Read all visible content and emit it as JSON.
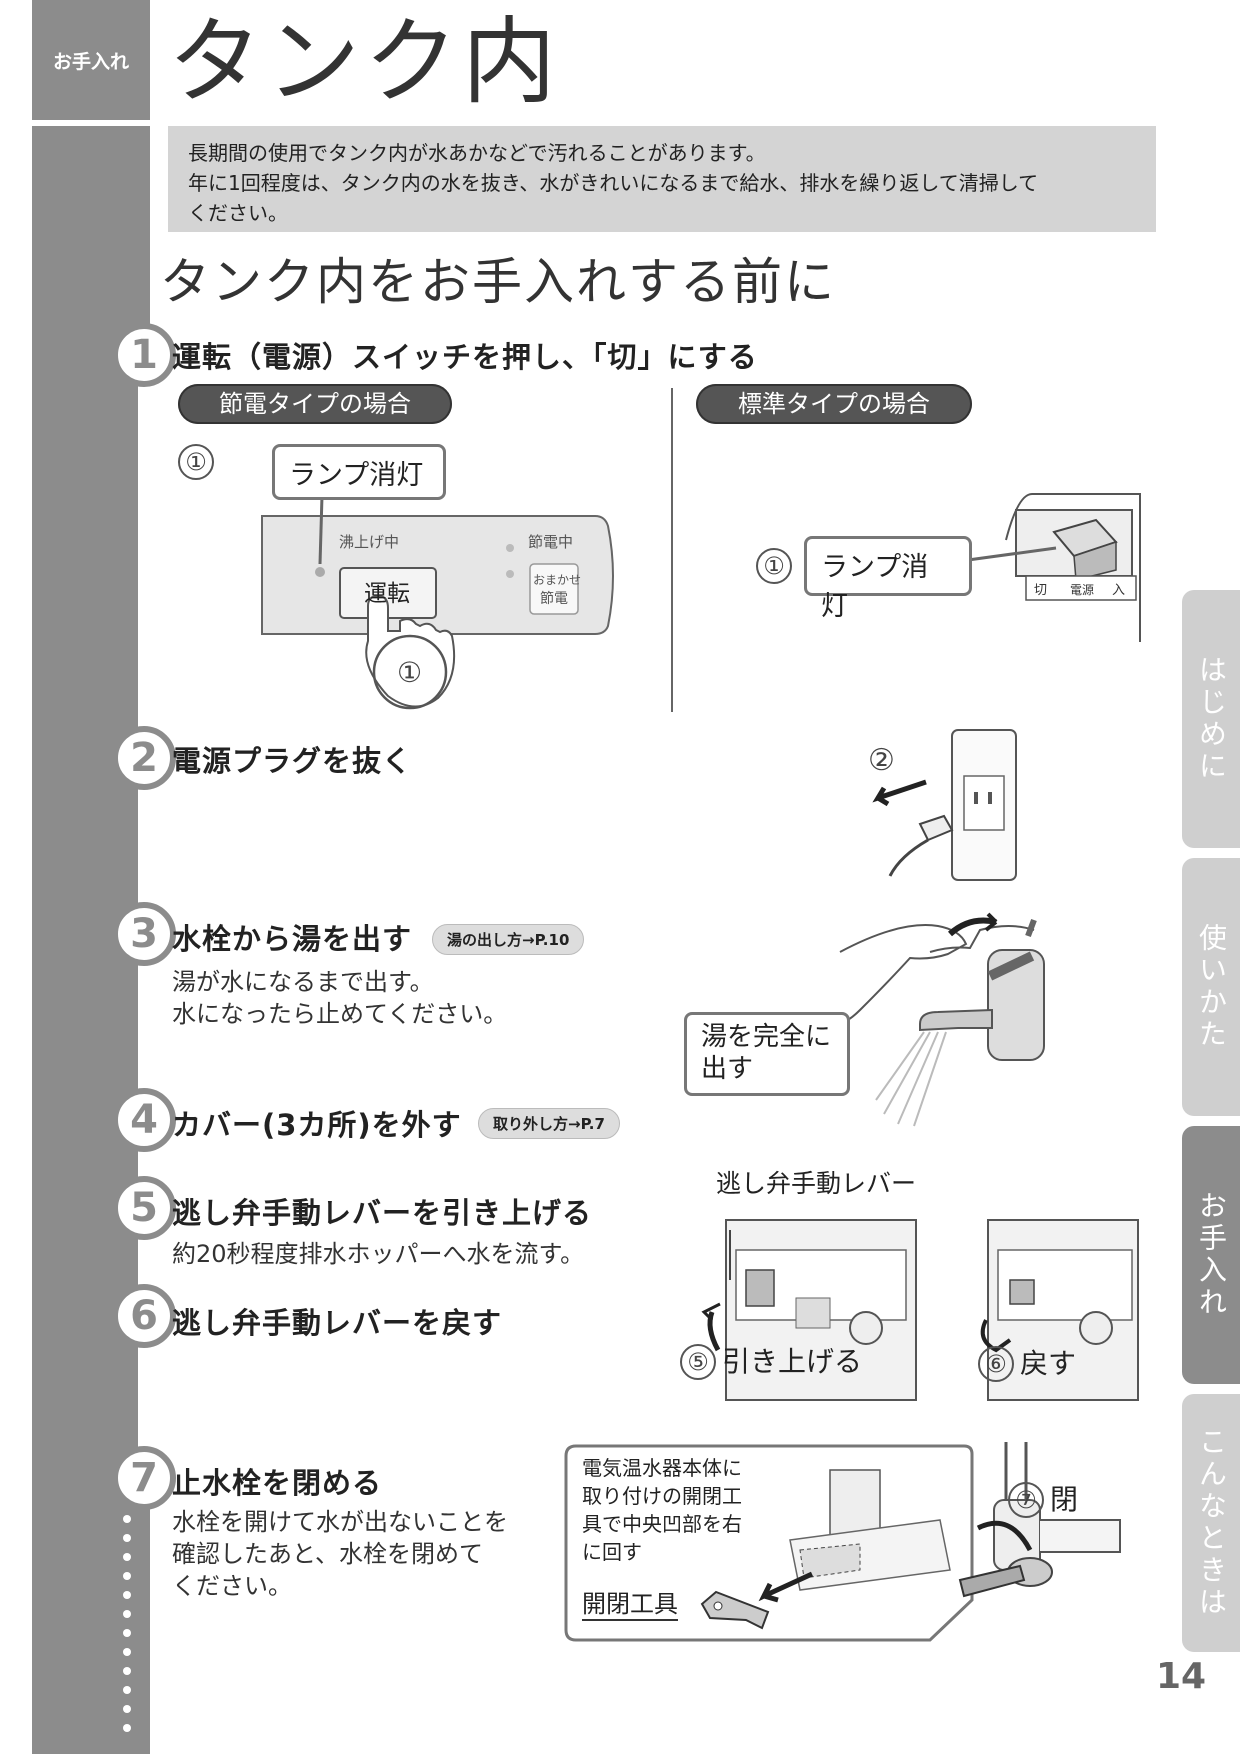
{
  "header": {
    "section_tab": "お手入れ",
    "title": "タンク内"
  },
  "intro": {
    "line1": "長期間の使用でタンク内が水あかなどで汚れることがあります。",
    "line2": "年に1回程度は、タンク内の水を抜き、水がきれいになるまで給水、排水を繰り返して清掃して",
    "line3": "ください。"
  },
  "section_title": "タンク内をお手入れする前に",
  "steps": [
    {
      "num": "1",
      "title": "運転（電源）スイッチを押し、「切」にする"
    },
    {
      "num": "2",
      "title": "電源プラグを抜く"
    },
    {
      "num": "3",
      "title": "水栓から湯を出す",
      "ref": "湯の出し方→P.10",
      "desc1": "湯が水になるまで出す。",
      "desc2": "水になったら止めてください。"
    },
    {
      "num": "4",
      "title": "カバー(3カ所)を外す",
      "ref": "取り外し方→P.7"
    },
    {
      "num": "5",
      "title": "逃し弁手動レバーを引き上げる",
      "desc1": "約20秒程度排水ホッパーへ水を流す。"
    },
    {
      "num": "6",
      "title": "逃し弁手動レバーを戻す"
    },
    {
      "num": "7",
      "title": "止水栓を閉める",
      "desc1": "水栓を開けて水が出ないことを",
      "desc2": "確認したあと、水栓を閉めて",
      "desc3": "ください。"
    }
  ],
  "step1": {
    "type_a": "節電タイプの場合",
    "type_b": "標準タイプの場合",
    "circle1": "①",
    "lamp_off": "ランプ消灯",
    "panel_boiling": "沸上げ中",
    "panel_saving": "節電中",
    "run_button": "運転",
    "omakase_1": "おまかせ",
    "omakase_2": "節電",
    "switch_off": "切",
    "switch_power": "電源",
    "switch_on": "入"
  },
  "step2": {
    "circle": "②"
  },
  "step3": {
    "callout1": "湯を完全に",
    "callout2": "出す"
  },
  "step56": {
    "lever_label": "逃し弁手動レバー",
    "circle5": "⑤",
    "pull_up": "引き上げる",
    "circle6": "⑥",
    "return": "戻す"
  },
  "step7": {
    "box1": "電気温水器本体に",
    "box2": "取り付けの開閉工",
    "box3": "具で中央凹部を右",
    "box4": "に回す",
    "tool_label": "開閉工具",
    "circle7": "⑦",
    "close": "閉"
  },
  "right_tabs": [
    "はじめに",
    "使いかた",
    "お手入れ",
    "こんなときは"
  ],
  "page_number": "14",
  "colors": {
    "sidebar": "#8c8c8c",
    "intro_bg": "#d4d4d4",
    "tab_inactive": "#cfcfcf",
    "pill": "#555555"
  }
}
